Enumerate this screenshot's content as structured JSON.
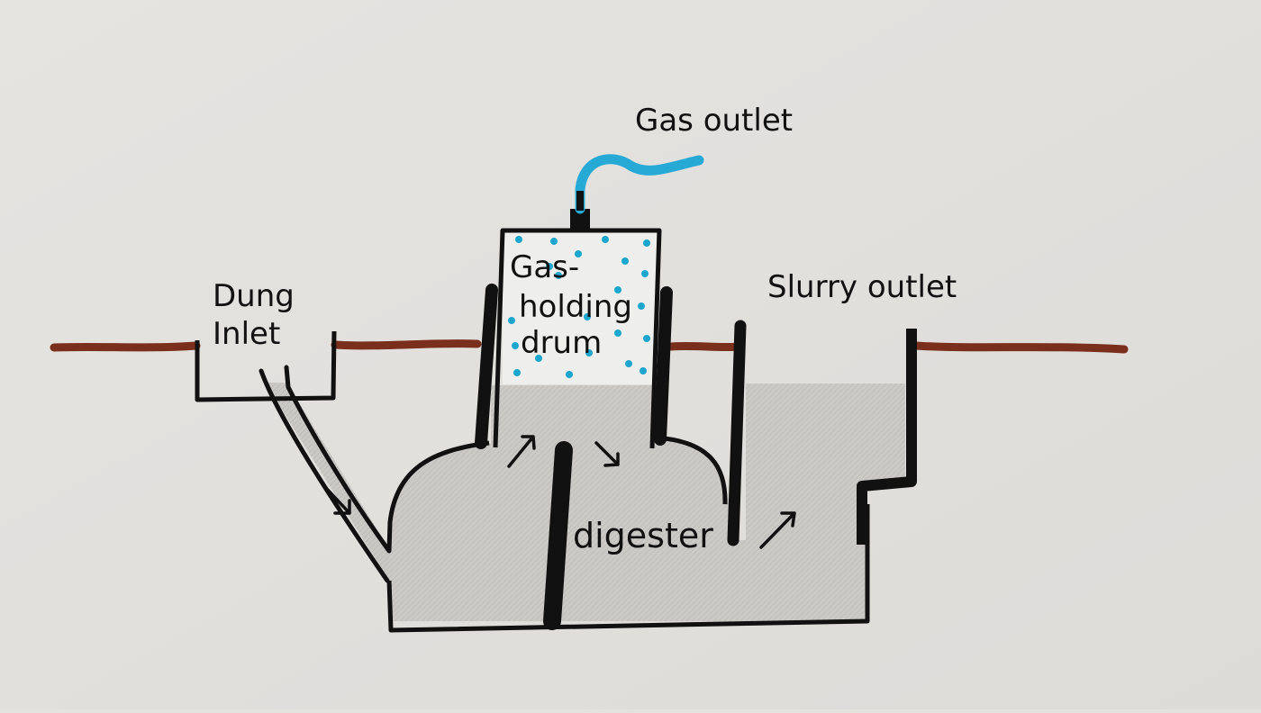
{
  "labels": {
    "gas_outlet": "Gas outlet",
    "dung_inlet_line1": "Dung",
    "dung_inlet_line2": "Inlet",
    "slurry_outlet": "Slurry outlet",
    "drum_line1": "Gas-",
    "drum_line2": "holding",
    "drum_line3": "drum",
    "digester": "digester"
  },
  "colors": {
    "paper": "#e4e2df",
    "ink": "#111111",
    "ground_line": "#7a2e1c",
    "gas_pipe": "#27a9d6",
    "gas_dots": "#1aa6cf",
    "slurry_fill": "#c9c7c4"
  },
  "icons": [
    "flow-arrow-icon"
  ]
}
